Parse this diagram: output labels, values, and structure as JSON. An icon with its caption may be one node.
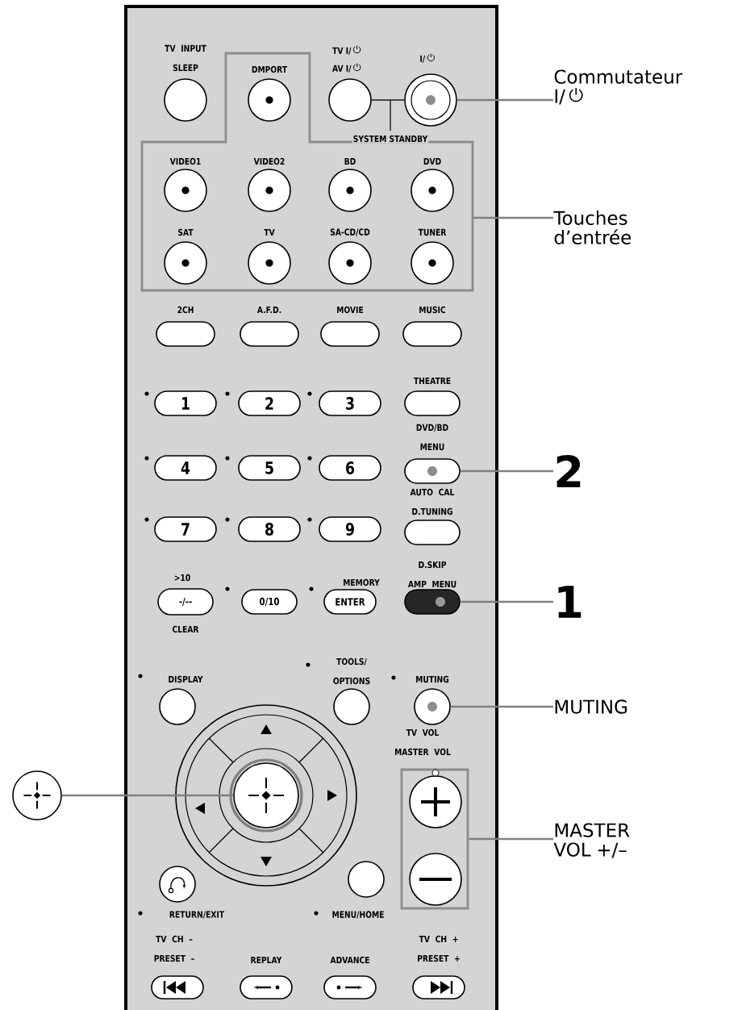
{
  "diagram": {
    "nodes": [
      {
        "text": [],
        "shape": "circle",
        "beside": [
          "TV INPUT SLEEP"
        ]
      },
      {
        "text": [],
        "shape": "box"
      },
      {
        "text": [],
        "shape": "circle",
        "beside": [
          "DMPORT"
        ],
        "in": 1
      },
      {
        "text": [],
        "shape": "circle",
        "beside": [
          "TV I/",
          "AV I/"
        ]
      },
      {
        "text": [],
        "shape": "circle",
        "beside": [
          "I/"
        ]
      },
      {
        "text": [
          "Commutateur I/"
        ]
      },
      {
        "text": [],
        "shape": "circle",
        "beside": [
          "VIDEO1"
        ],
        "in": 1
      },
      {
        "text": [],
        "shape": "circle",
        "beside": [
          "VIDEO2"
        ],
        "in": 1
      },
      {
        "text": [],
        "shape": "circle",
        "beside": [
          "BD"
        ],
        "in": 1
      },
      {
        "text": [],
        "shape": "circle",
        "beside": [
          "DVD"
        ],
        "in": 1
      },
      {
        "text": [],
        "shape": "circle",
        "beside": [
          "SAT"
        ],
        "in": 1
      },
      {
        "text": [],
        "shape": "circle",
        "beside": [
          "TV"
        ],
        "in": 1
      },
      {
        "text": [],
        "shape": "circle",
        "beside": [
          "SA-CD/CD"
        ],
        "in": 1
      },
      {
        "text": [],
        "shape": "circle",
        "beside": [
          "TUNER"
        ],
        "in": 1
      },
      {
        "text": [
          "Touches d’entrée"
        ]
      },
      {
        "text": [],
        "shape": "oval",
        "beside": [
          "2CH"
        ]
      },
      {
        "text": [],
        "shape": "oval",
        "beside": [
          "A.F.D."
        ]
      },
      {
        "text": [],
        "shape": "oval",
        "beside": [
          "MOVIE"
        ]
      },
      {
        "text": [],
        "shape": "oval",
        "beside": [
          "MUSIC"
        ]
      },
      {
        "text": [
          "1"
        ]
      },
      {
        "text": [
          "2"
        ]
      },
      {
        "text": [
          "3"
        ]
      },
      {
        "text": [],
        "shape": "oval",
        "beside": [
          "THEATRE"
        ]
      },
      {
        "text": [
          "4"
        ]
      },
      {
        "text": [
          "5"
        ]
      },
      {
        "text": [
          "6"
        ]
      },
      {
        "text": [],
        "shape": "oval",
        "beside": [
          "DVD/BD MENU"
        ]
      },
      {
        "text": [
          "2"
        ]
      },
      {
        "text": [
          "7"
        ]
      },
      {
        "text": [
          "8"
        ]
      },
      {
        "text": [
          "9"
        ]
      },
      {
        "text": [],
        "shape": "oval",
        "beside": [
          "AUTO CAL D.TUNING"
        ]
      },
      {
        "text": [
          "-/--"
        ],
        "beside": [
          ">10",
          "CLEAR"
        ]
      },
      {
        "text": [
          "0/10"
        ]
      },
      {
        "text": [
          "ENTER"
        ],
        "beside": [
          "MEMORY"
        ]
      },
      {
        "text": [],
        "shape": "oval",
        "beside": [
          "D.SKIP AMP MENU"
        ]
      },
      {
        "text": [
          "1"
        ]
      },
      {
        "text": [],
        "shape": "circle",
        "beside": [
          "DISPLAY"
        ]
      },
      {
        "text": [],
        "shape": "circle",
        "beside": [
          "TOOLS/ OPTIONS"
        ]
      },
      {
        "text": [],
        "shape": "circle",
        "beside": [
          "MUTING"
        ]
      },
      {
        "text": [
          "MUTING"
        ]
      },
      {
        "text": [],
        "shape": "circle"
      },
      {
        "text": [],
        "shape": "circle"
      },
      {
        "text": [],
        "shape": "box"
      },
      {
        "text": [],
        "shape": "circle",
        "in": 43
      },
      {
        "text": [],
        "shape": "circle",
        "in": 43
      },
      {
        "text": [
          "MASTER VOL +/–"
        ]
      },
      {
        "text": [],
        "shape": "circle",
        "beside": [
          "RETURN/EXIT"
        ]
      },
      {
        "text": [],
        "shape": "circle",
        "beside": [
          "MENU/HOME"
        ]
      },
      {
        "text": [],
        "shape": "oval",
        "beside": [
          "TV CH – PRESET –"
        ]
      },
      {
        "text": [],
        "shape": "oval",
        "beside": [
          "REPLAY"
        ]
      },
      {
        "text": [],
        "shape": "oval",
        "beside": [
          "ADVANCE"
        ]
      },
      {
        "text": [],
        "shape": "oval",
        "beside": [
          "TV CH + PRESET +"
        ]
      }
    ],
    "edges": [
      {
        "from": 3,
        "to": 4,
        "arrow": "none",
        "label": "SYSTEM STANDBY",
        "color": "#1a1a1a"
      },
      {
        "from": 5,
        "to": 4,
        "arrow": "none"
      },
      {
        "from": 14,
        "to": 1,
        "arrow": "none"
      },
      {
        "from": 27,
        "to": 26,
        "arrow": "none"
      },
      {
        "from": 36,
        "to": 35,
        "arrow": "none"
      },
      {
        "from": 40,
        "to": 39,
        "arrow": "none"
      },
      {
        "from": 41,
        "to": 42,
        "arrow": "none"
      },
      {
        "from": 46,
        "to": 43,
        "arrow": "none"
      }
    ],
    "labels": [
      "TV VOL MASTER VOL"
    ]
  }
}
